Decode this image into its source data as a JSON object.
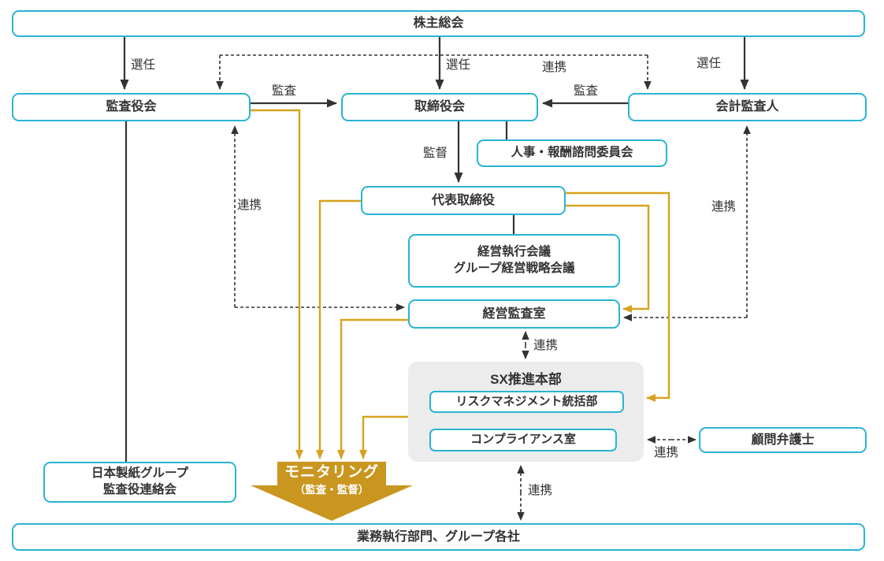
{
  "nodes": {
    "shareholders_meeting": {
      "label": "株主総会"
    },
    "audit_supervisory_board": {
      "label": "監査役会"
    },
    "board_of_directors": {
      "label": "取締役会"
    },
    "accounting_auditor": {
      "label": "会計監査人"
    },
    "hr_compensation_advisory_committee": {
      "label": "人事・報酬諮問委員会"
    },
    "representative_director": {
      "label": "代表取締役"
    },
    "management_execution_meeting": {
      "line1": "経営執行会議",
      "line2": "グループ経営戦略会議"
    },
    "management_audit_office": {
      "label": "経営監査室"
    },
    "sx_promotion_hq": {
      "label": "SX推進本部"
    },
    "risk_management_control_dept": {
      "label": "リスクマネジメント統括部"
    },
    "compliance_office": {
      "label": "コンプライアンス室"
    },
    "corporate_lawyer": {
      "label": "顧問弁護士"
    },
    "group_auditors_liaison_committee": {
      "line1": "日本製紙グループ",
      "line2": "監査役連絡会"
    },
    "business_execution_divisions": {
      "label": "業務執行部門、グループ各社"
    },
    "monitoring_arrow": {
      "line1": "モニタリング",
      "line2": "（監査・監督）"
    }
  },
  "edge_labels": {
    "elect": "選任",
    "audit": "監査",
    "supervise": "監督",
    "cooperate": "連携"
  },
  "colors": {
    "box_border": "#29b4d4",
    "text": "#333333",
    "line_black": "#333333",
    "gold_line": "#d7a21e",
    "monitoring_fill": "#c9961f",
    "monitoring_text": "#ffffff",
    "sx_container_bg": "#ececec",
    "background": "#ffffff"
  }
}
